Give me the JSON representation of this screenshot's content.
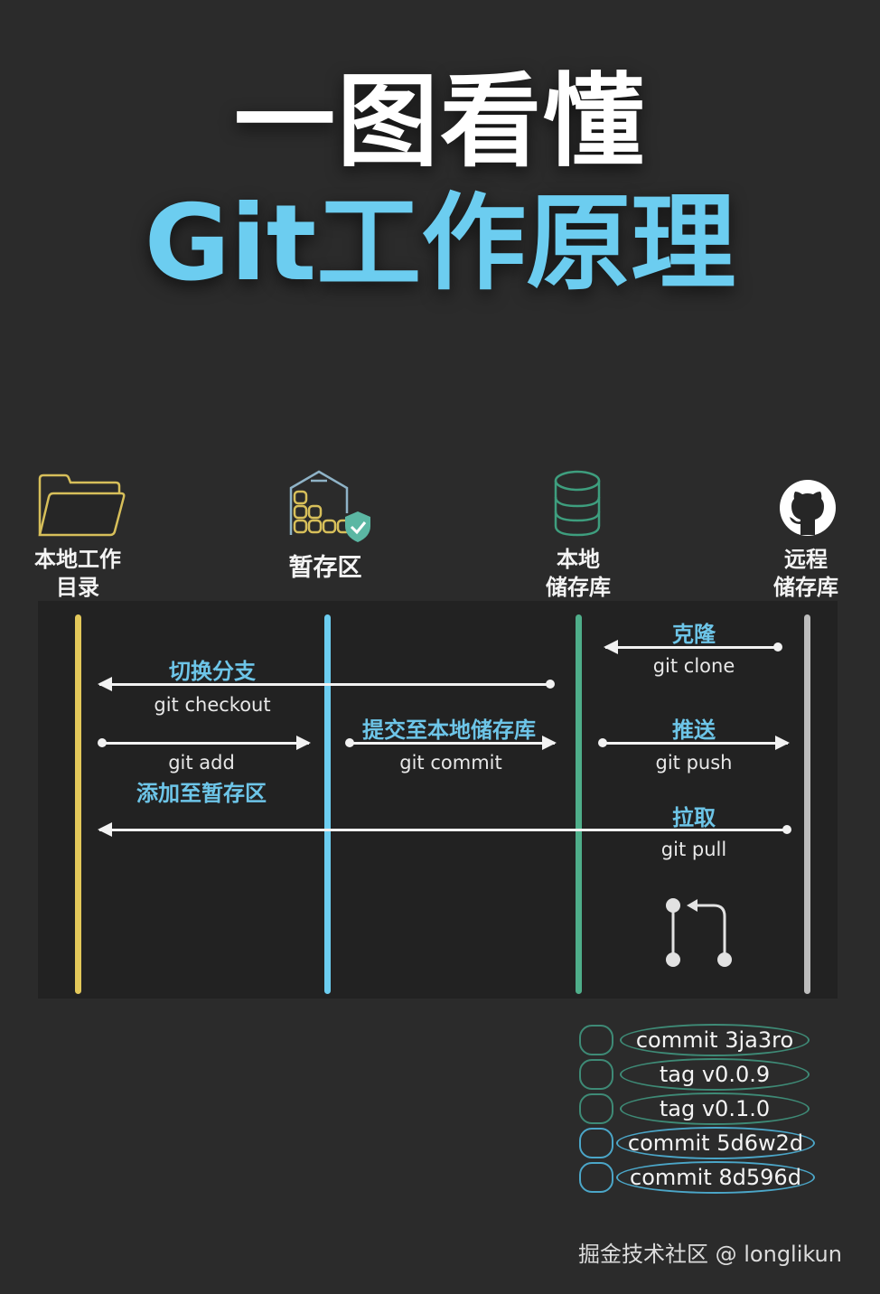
{
  "title": {
    "line1": "一图看懂",
    "line2": "Git工作原理"
  },
  "colors": {
    "background": "#2b2b2b",
    "panel": "#222222",
    "title_accent": "#6ccdf0",
    "label_accent": "#6dc5e8",
    "lane_workdir": "#e3c85a",
    "lane_stage": "#6ccdf0",
    "lane_local": "#4fae8a",
    "lane_remote": "#bdbdbd"
  },
  "lanes": [
    {
      "id": "workdir",
      "label_line1": "本地工作",
      "label_line2": "目录",
      "icon": "folder-icon"
    },
    {
      "id": "stage",
      "label_line1": "暂存区",
      "label_line2": "",
      "icon": "staging-warehouse-icon"
    },
    {
      "id": "local",
      "label_line1": "本地",
      "label_line2": "储存库",
      "icon": "database-icon"
    },
    {
      "id": "remote",
      "label_line1": "远程",
      "label_line2": "储存库",
      "icon": "github-icon"
    }
  ],
  "operations": {
    "clone": {
      "zh": "克隆",
      "cmd": "git clone",
      "from": "remote",
      "to": "local"
    },
    "checkout": {
      "zh": "切换分支",
      "cmd": "git checkout",
      "from": "local",
      "to": "workdir"
    },
    "add": {
      "zh": "添加至暂存区",
      "cmd": "git add",
      "from": "workdir",
      "to": "stage"
    },
    "commit": {
      "zh": "提交至本地储存库",
      "cmd": "git commit",
      "from": "stage",
      "to": "local"
    },
    "push": {
      "zh": "推送",
      "cmd": "git push",
      "from": "local",
      "to": "remote"
    },
    "pull": {
      "zh": "拉取",
      "cmd": "git pull",
      "from": "remote",
      "to": "workdir"
    }
  },
  "history": [
    {
      "label": "commit 3ja3ro",
      "style": "green"
    },
    {
      "label": "tag v0.0.9",
      "style": "green"
    },
    {
      "label": "tag v0.1.0",
      "style": "green"
    },
    {
      "label": "commit 5d6w2d",
      "style": "blue"
    },
    {
      "label": "commit 8d596d",
      "style": "blue"
    }
  ],
  "footer": {
    "credit": "掘金技术社区 @ longlikun"
  }
}
